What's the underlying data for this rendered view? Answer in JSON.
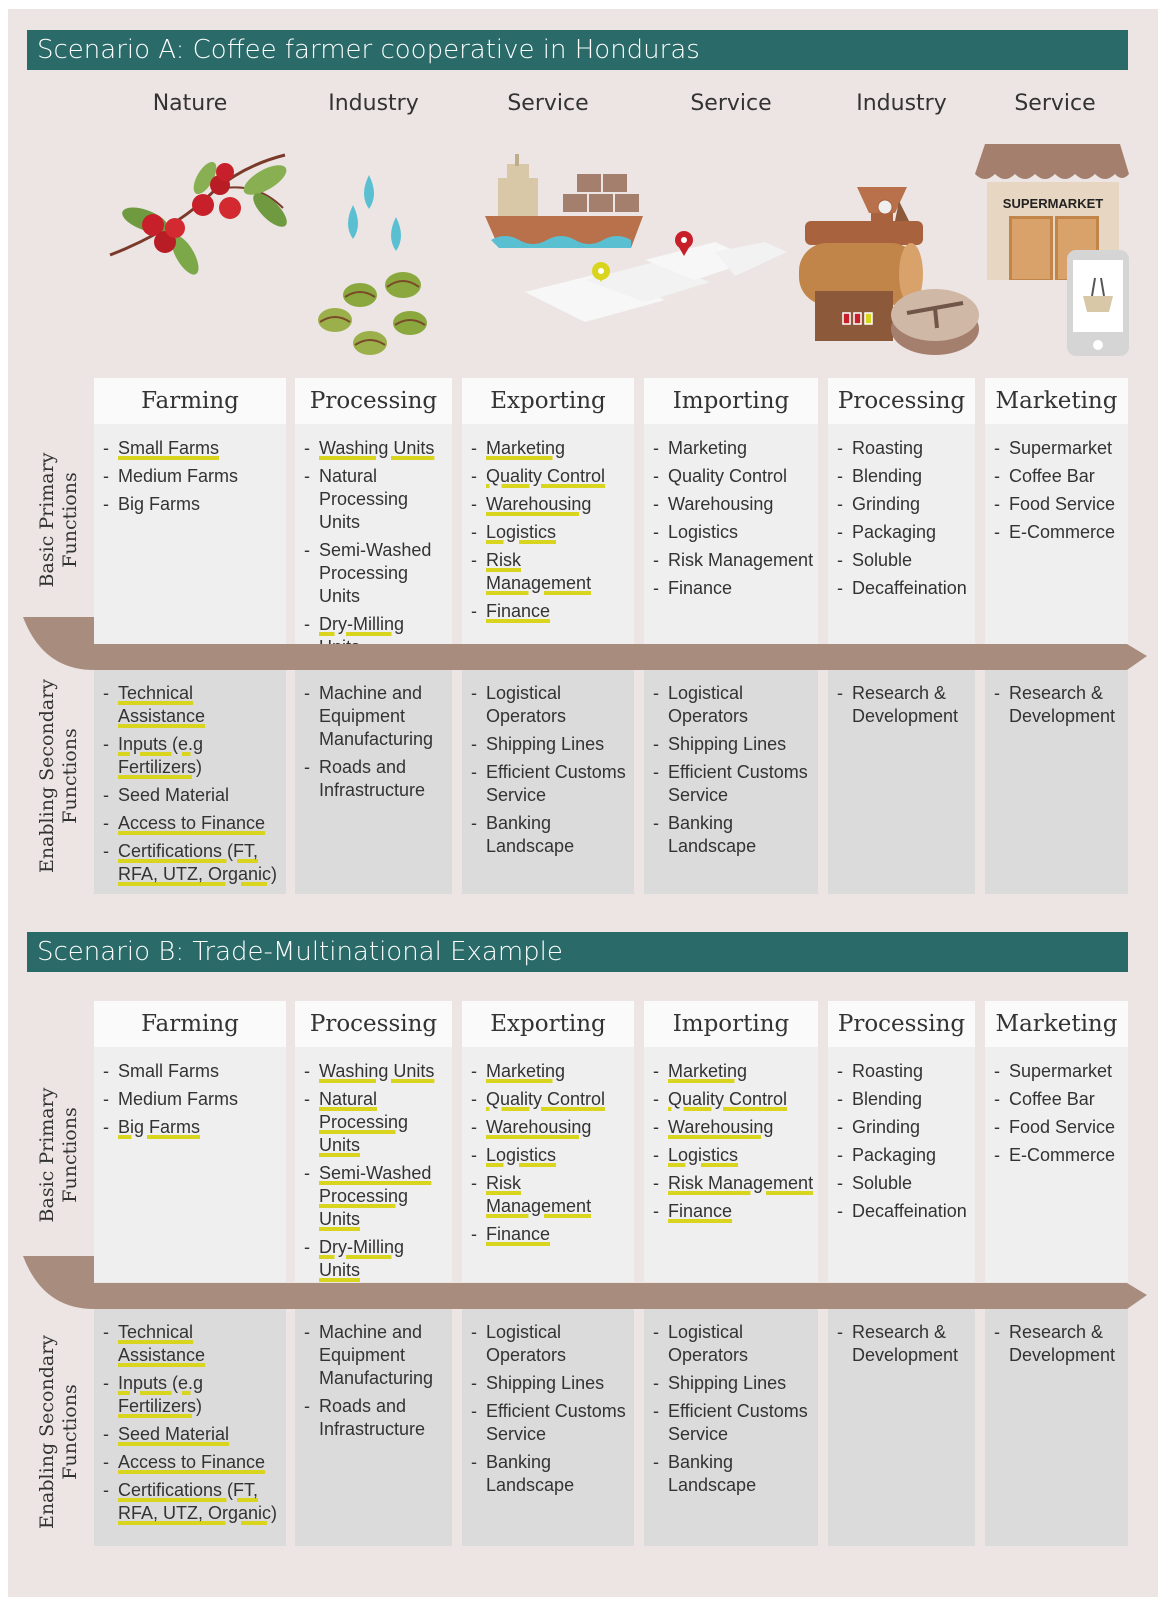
{
  "scenario_a": {
    "title": "Scenario A: Coffee farmer cooperative in Honduras",
    "sectors": [
      "Nature",
      "Industry",
      "Service",
      "Service",
      "Industry",
      "Service"
    ],
    "supermarket_sign": "SUPERMARKET",
    "row_labels": {
      "primary": [
        "Basic Primary",
        "Functions"
      ],
      "secondary": [
        "Enabling Secondary",
        "Functions"
      ]
    },
    "columns": [
      {
        "header": "Farming",
        "primary": [
          {
            "text": "Small Farms",
            "hl": true
          },
          {
            "text": "Medium Farms",
            "hl": false
          },
          {
            "text": "Big Farms",
            "hl": false
          }
        ],
        "secondary": [
          {
            "text": "Technical Assistance",
            "hl": true
          },
          {
            "text": "Inputs (e.g Fertilizers)",
            "hl": true
          },
          {
            "text": "Seed Material",
            "hl": false
          },
          {
            "text": "Access to Finance",
            "hl": true
          },
          {
            "text": "Certifications (FT, RFA, UTZ, Organic)",
            "hl": true
          }
        ]
      },
      {
        "header": "Processing",
        "primary": [
          {
            "text": "Washing Units",
            "hl": true
          },
          {
            "text": "Natural Processing Units",
            "hl": false
          },
          {
            "text": "Semi-Washed Processing Units",
            "hl": false
          },
          {
            "text": "Dry-Milling Units",
            "hl": true
          }
        ],
        "secondary": [
          {
            "text": "Machine and Equipment Manufacturing",
            "hl": false
          },
          {
            "text": "Roads and Infrastructure",
            "hl": false
          }
        ]
      },
      {
        "header": "Exporting",
        "primary": [
          {
            "text": "Marketing",
            "hl": true
          },
          {
            "text": "Quality Control",
            "hl": true
          },
          {
            "text": "Warehousing",
            "hl": true
          },
          {
            "text": "Logistics",
            "hl": true
          },
          {
            "text": "Risk Management",
            "hl": true
          },
          {
            "text": "Finance",
            "hl": true
          }
        ],
        "secondary": [
          {
            "text": "Logistical Operators",
            "hl": false
          },
          {
            "text": "Shipping Lines",
            "hl": false
          },
          {
            "text": "Efficient Customs Service",
            "hl": false
          },
          {
            "text": "Banking Landscape",
            "hl": false
          }
        ]
      },
      {
        "header": "Importing",
        "primary": [
          {
            "text": "Marketing",
            "hl": false
          },
          {
            "text": "Quality Control",
            "hl": false
          },
          {
            "text": "Warehousing",
            "hl": false
          },
          {
            "text": "Logistics",
            "hl": false
          },
          {
            "text": "Risk Management",
            "hl": false
          },
          {
            "text": "Finance",
            "hl": false
          }
        ],
        "secondary": [
          {
            "text": "Logistical Operators",
            "hl": false
          },
          {
            "text": "Shipping Lines",
            "hl": false
          },
          {
            "text": "Efficient Customs Service",
            "hl": false
          },
          {
            "text": "Banking Landscape",
            "hl": false
          }
        ]
      },
      {
        "header": "Processing",
        "primary": [
          {
            "text": "Roasting",
            "hl": false
          },
          {
            "text": "Blending",
            "hl": false
          },
          {
            "text": "Grinding",
            "hl": false
          },
          {
            "text": "Packaging",
            "hl": false
          },
          {
            "text": "Soluble",
            "hl": false
          },
          {
            "text": "Decaffeination",
            "hl": false
          }
        ],
        "secondary": [
          {
            "text": "Research & Development",
            "hl": false
          }
        ]
      },
      {
        "header": "Marketing",
        "primary": [
          {
            "text": "Supermarket",
            "hl": false
          },
          {
            "text": "Coffee Bar",
            "hl": false
          },
          {
            "text": "Food Service",
            "hl": false
          },
          {
            "text": "E-Commerce",
            "hl": false
          }
        ],
        "secondary": [
          {
            "text": "Research & Development",
            "hl": false
          }
        ]
      }
    ]
  },
  "scenario_b": {
    "title": "Scenario B: Trade-Multinational Example",
    "row_labels": {
      "primary": [
        "Basic Primary",
        "Functions"
      ],
      "secondary": [
        "Enabling Secondary",
        "Functions"
      ]
    },
    "columns": [
      {
        "header": "Farming",
        "primary": [
          {
            "text": "Small Farms",
            "hl": false
          },
          {
            "text": "Medium Farms",
            "hl": false
          },
          {
            "text": "Big Farms",
            "hl": true
          }
        ],
        "secondary": [
          {
            "text": "Technical Assistance",
            "hl": true
          },
          {
            "text": "Inputs (e.g Fertilizers)",
            "hl": true
          },
          {
            "text": "Seed Material",
            "hl": true
          },
          {
            "text": "Access to Finance",
            "hl": true
          },
          {
            "text": "Certifications (FT, RFA, UTZ, Organic)",
            "hl": true
          }
        ]
      },
      {
        "header": "Processing",
        "primary": [
          {
            "text": "Washing Units",
            "hl": true
          },
          {
            "text": "Natural Processing Units",
            "hl": true
          },
          {
            "text": "Semi-Washed Processing Units",
            "hl": true
          },
          {
            "text": "Dry-Milling Units",
            "hl": true
          }
        ],
        "secondary": [
          {
            "text": "Machine and Equipment Manufacturing",
            "hl": false
          },
          {
            "text": "Roads and Infrastructure",
            "hl": false
          }
        ]
      },
      {
        "header": "Exporting",
        "primary": [
          {
            "text": "Marketing",
            "hl": true
          },
          {
            "text": "Quality Control",
            "hl": true
          },
          {
            "text": "Warehousing",
            "hl": true
          },
          {
            "text": "Logistics",
            "hl": true
          },
          {
            "text": "Risk Management",
            "hl": true
          },
          {
            "text": "Finance",
            "hl": true
          }
        ],
        "secondary": [
          {
            "text": "Logistical Operators",
            "hl": false
          },
          {
            "text": "Shipping Lines",
            "hl": false
          },
          {
            "text": "Efficient Customs Service",
            "hl": false
          },
          {
            "text": "Banking Landscape",
            "hl": false
          }
        ]
      },
      {
        "header": "Importing",
        "primary": [
          {
            "text": "Marketing",
            "hl": true
          },
          {
            "text": "Quality Control",
            "hl": true
          },
          {
            "text": "Warehousing",
            "hl": true
          },
          {
            "text": "Logistics",
            "hl": true
          },
          {
            "text": "Risk Management",
            "hl": true
          },
          {
            "text": "Finance",
            "hl": true
          }
        ],
        "secondary": [
          {
            "text": "Logistical Operators",
            "hl": false
          },
          {
            "text": "Shipping Lines",
            "hl": false
          },
          {
            "text": "Efficient Customs Service",
            "hl": false
          },
          {
            "text": "Banking Landscape",
            "hl": false
          }
        ]
      },
      {
        "header": "Processing",
        "primary": [
          {
            "text": "Roasting",
            "hl": false
          },
          {
            "text": "Blending",
            "hl": false
          },
          {
            "text": "Grinding",
            "hl": false
          },
          {
            "text": "Packaging",
            "hl": false
          },
          {
            "text": "Soluble",
            "hl": false
          },
          {
            "text": "Decaffeination",
            "hl": false
          }
        ],
        "secondary": [
          {
            "text": "Research & Development",
            "hl": false
          }
        ]
      },
      {
        "header": "Marketing",
        "primary": [
          {
            "text": "Supermarket",
            "hl": false
          },
          {
            "text": "Coffee Bar",
            "hl": false
          },
          {
            "text": "Food Service",
            "hl": false
          },
          {
            "text": "E-Commerce",
            "hl": false
          }
        ],
        "secondary": [
          {
            "text": "Research & Development",
            "hl": false
          }
        ]
      }
    ]
  },
  "colors": {
    "banner": "#2a6b69",
    "band": "#a88d7e",
    "highlight": "#d9d51e",
    "background": "#ece5e3"
  }
}
